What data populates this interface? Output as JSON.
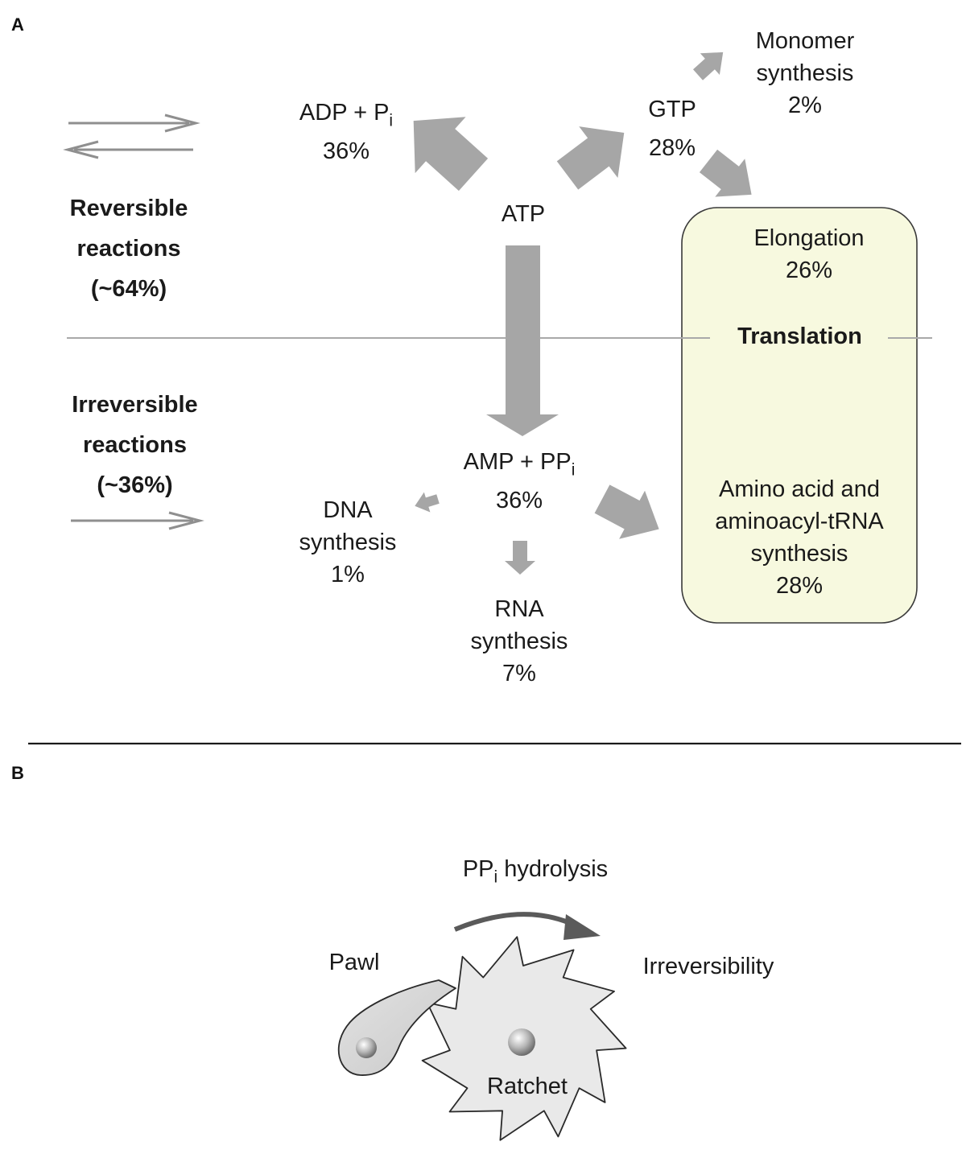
{
  "panel_a": {
    "label": "A",
    "reversible": {
      "line1": "Reversible",
      "line2": "reactions",
      "line3": "(~64%)"
    },
    "irreversible": {
      "line1": "Irreversible",
      "line2": "reactions",
      "line3": "(~36%)"
    },
    "atp": "ATP",
    "adp": {
      "main": "ADP + P",
      "sub": "i",
      "pct": "36%"
    },
    "gtp": {
      "main": "GTP",
      "pct": "28%"
    },
    "monomer": {
      "line1": "Monomer",
      "line2": "synthesis",
      "pct": "2%"
    },
    "amp": {
      "main": "AMP + PP",
      "sub": "i",
      "pct": "36%"
    },
    "dna": {
      "line1": "DNA",
      "line2": "synthesis",
      "pct": "1%"
    },
    "rna": {
      "line1": "RNA",
      "line2": "synthesis",
      "pct": "7%"
    },
    "translation_box": {
      "title": "Translation",
      "elongation": {
        "label": "Elongation",
        "pct": "26%"
      },
      "amino": {
        "line1": "Amino acid and",
        "line2": "aminoacyl-tRNA",
        "line3": "synthesis",
        "pct": "28%"
      }
    }
  },
  "panel_b": {
    "label": "B",
    "hydrolysis": {
      "main": "PP",
      "sub": "i",
      "rest": " hydrolysis"
    },
    "pawl": "Pawl",
    "irreversibility": "Irreversibility",
    "ratchet": "Ratchet"
  },
  "colors": {
    "arrow_gray": "#a6a6a6",
    "line_gray": "#a9a9a9",
    "box_fill": "#f7f9df",
    "box_stroke": "#3a3a3a",
    "ratchet_fill": "#e9e9e9"
  }
}
